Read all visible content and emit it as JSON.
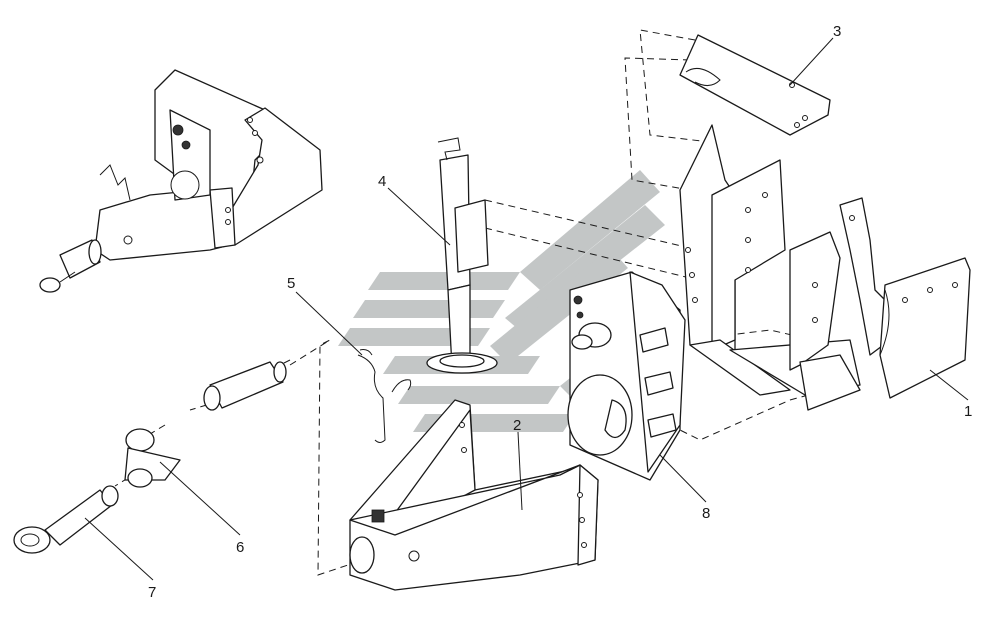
{
  "diagram": {
    "callouts": [
      {
        "id": "1",
        "label": "1"
      },
      {
        "id": "2",
        "label": "2"
      },
      {
        "id": "3",
        "label": "3"
      },
      {
        "id": "4",
        "label": "4"
      },
      {
        "id": "5",
        "label": "5"
      },
      {
        "id": "6",
        "label": "6"
      },
      {
        "id": "7",
        "label": "7"
      },
      {
        "id": "8",
        "label": "8"
      }
    ],
    "colors": {
      "line": "#1a1a1a",
      "watermark": "#b9bdbd",
      "background": "#ffffff"
    }
  }
}
